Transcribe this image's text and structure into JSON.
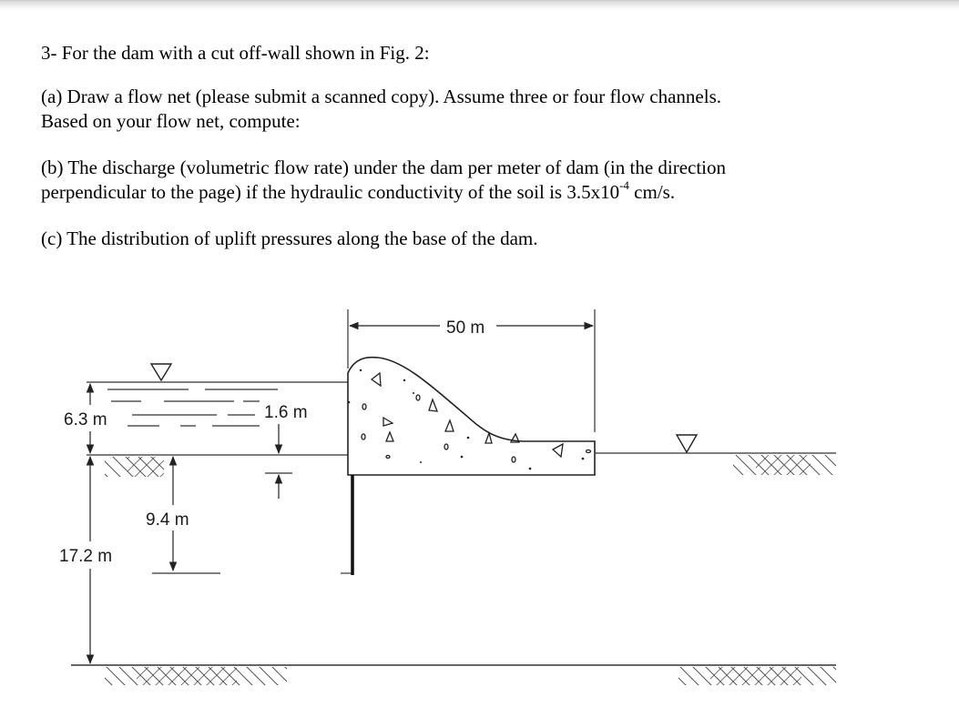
{
  "question": {
    "title": "3- For the dam with a cut off-wall shown in Fig. 2:",
    "part_a_line1": "(a) Draw a flow net (please submit a scanned copy). Assume three or four flow channels.",
    "part_a_line2": "Based on your flow net, compute:",
    "part_b_line1": "(b) The discharge (volumetric flow rate) under the dam per meter of dam (in the direction",
    "part_b_line2_prefix": "perpendicular to the page) if the hydraulic conductivity of the soil is 3.5x10",
    "part_b_exponent": "-4",
    "part_b_line2_suffix": " cm/s.",
    "part_c": "(c) The distribution of uplift pressures along the base of the dam."
  },
  "figure": {
    "dam_base_width": "50 m",
    "upstream_water_depth": "6.3 m",
    "cutoff_depth_below_dam": "1.6 m",
    "cutoff_bottom_depth": "9.4 m",
    "permeable_layer_thickness": "17.2 m",
    "upstream_water_symbol": "water-level-triangle",
    "downstream_water_symbol": "water-level-triangle"
  }
}
